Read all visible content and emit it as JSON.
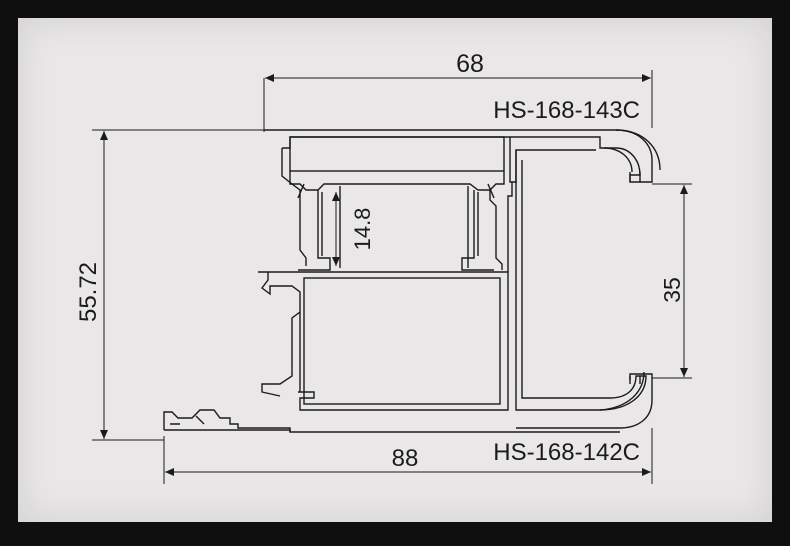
{
  "drawing": {
    "dimensions": {
      "top_width": "68",
      "bottom_width": "88",
      "overall_height": "55.72",
      "inner_gap": "14.8",
      "right_height": "35"
    },
    "labels": {
      "upper_profile": "HS-168-143C",
      "lower_profile": "HS-168-142C"
    },
    "colors": {
      "background": "#0f0f10",
      "paper": "#e9e7e8",
      "line": "#1b1b1b"
    }
  }
}
